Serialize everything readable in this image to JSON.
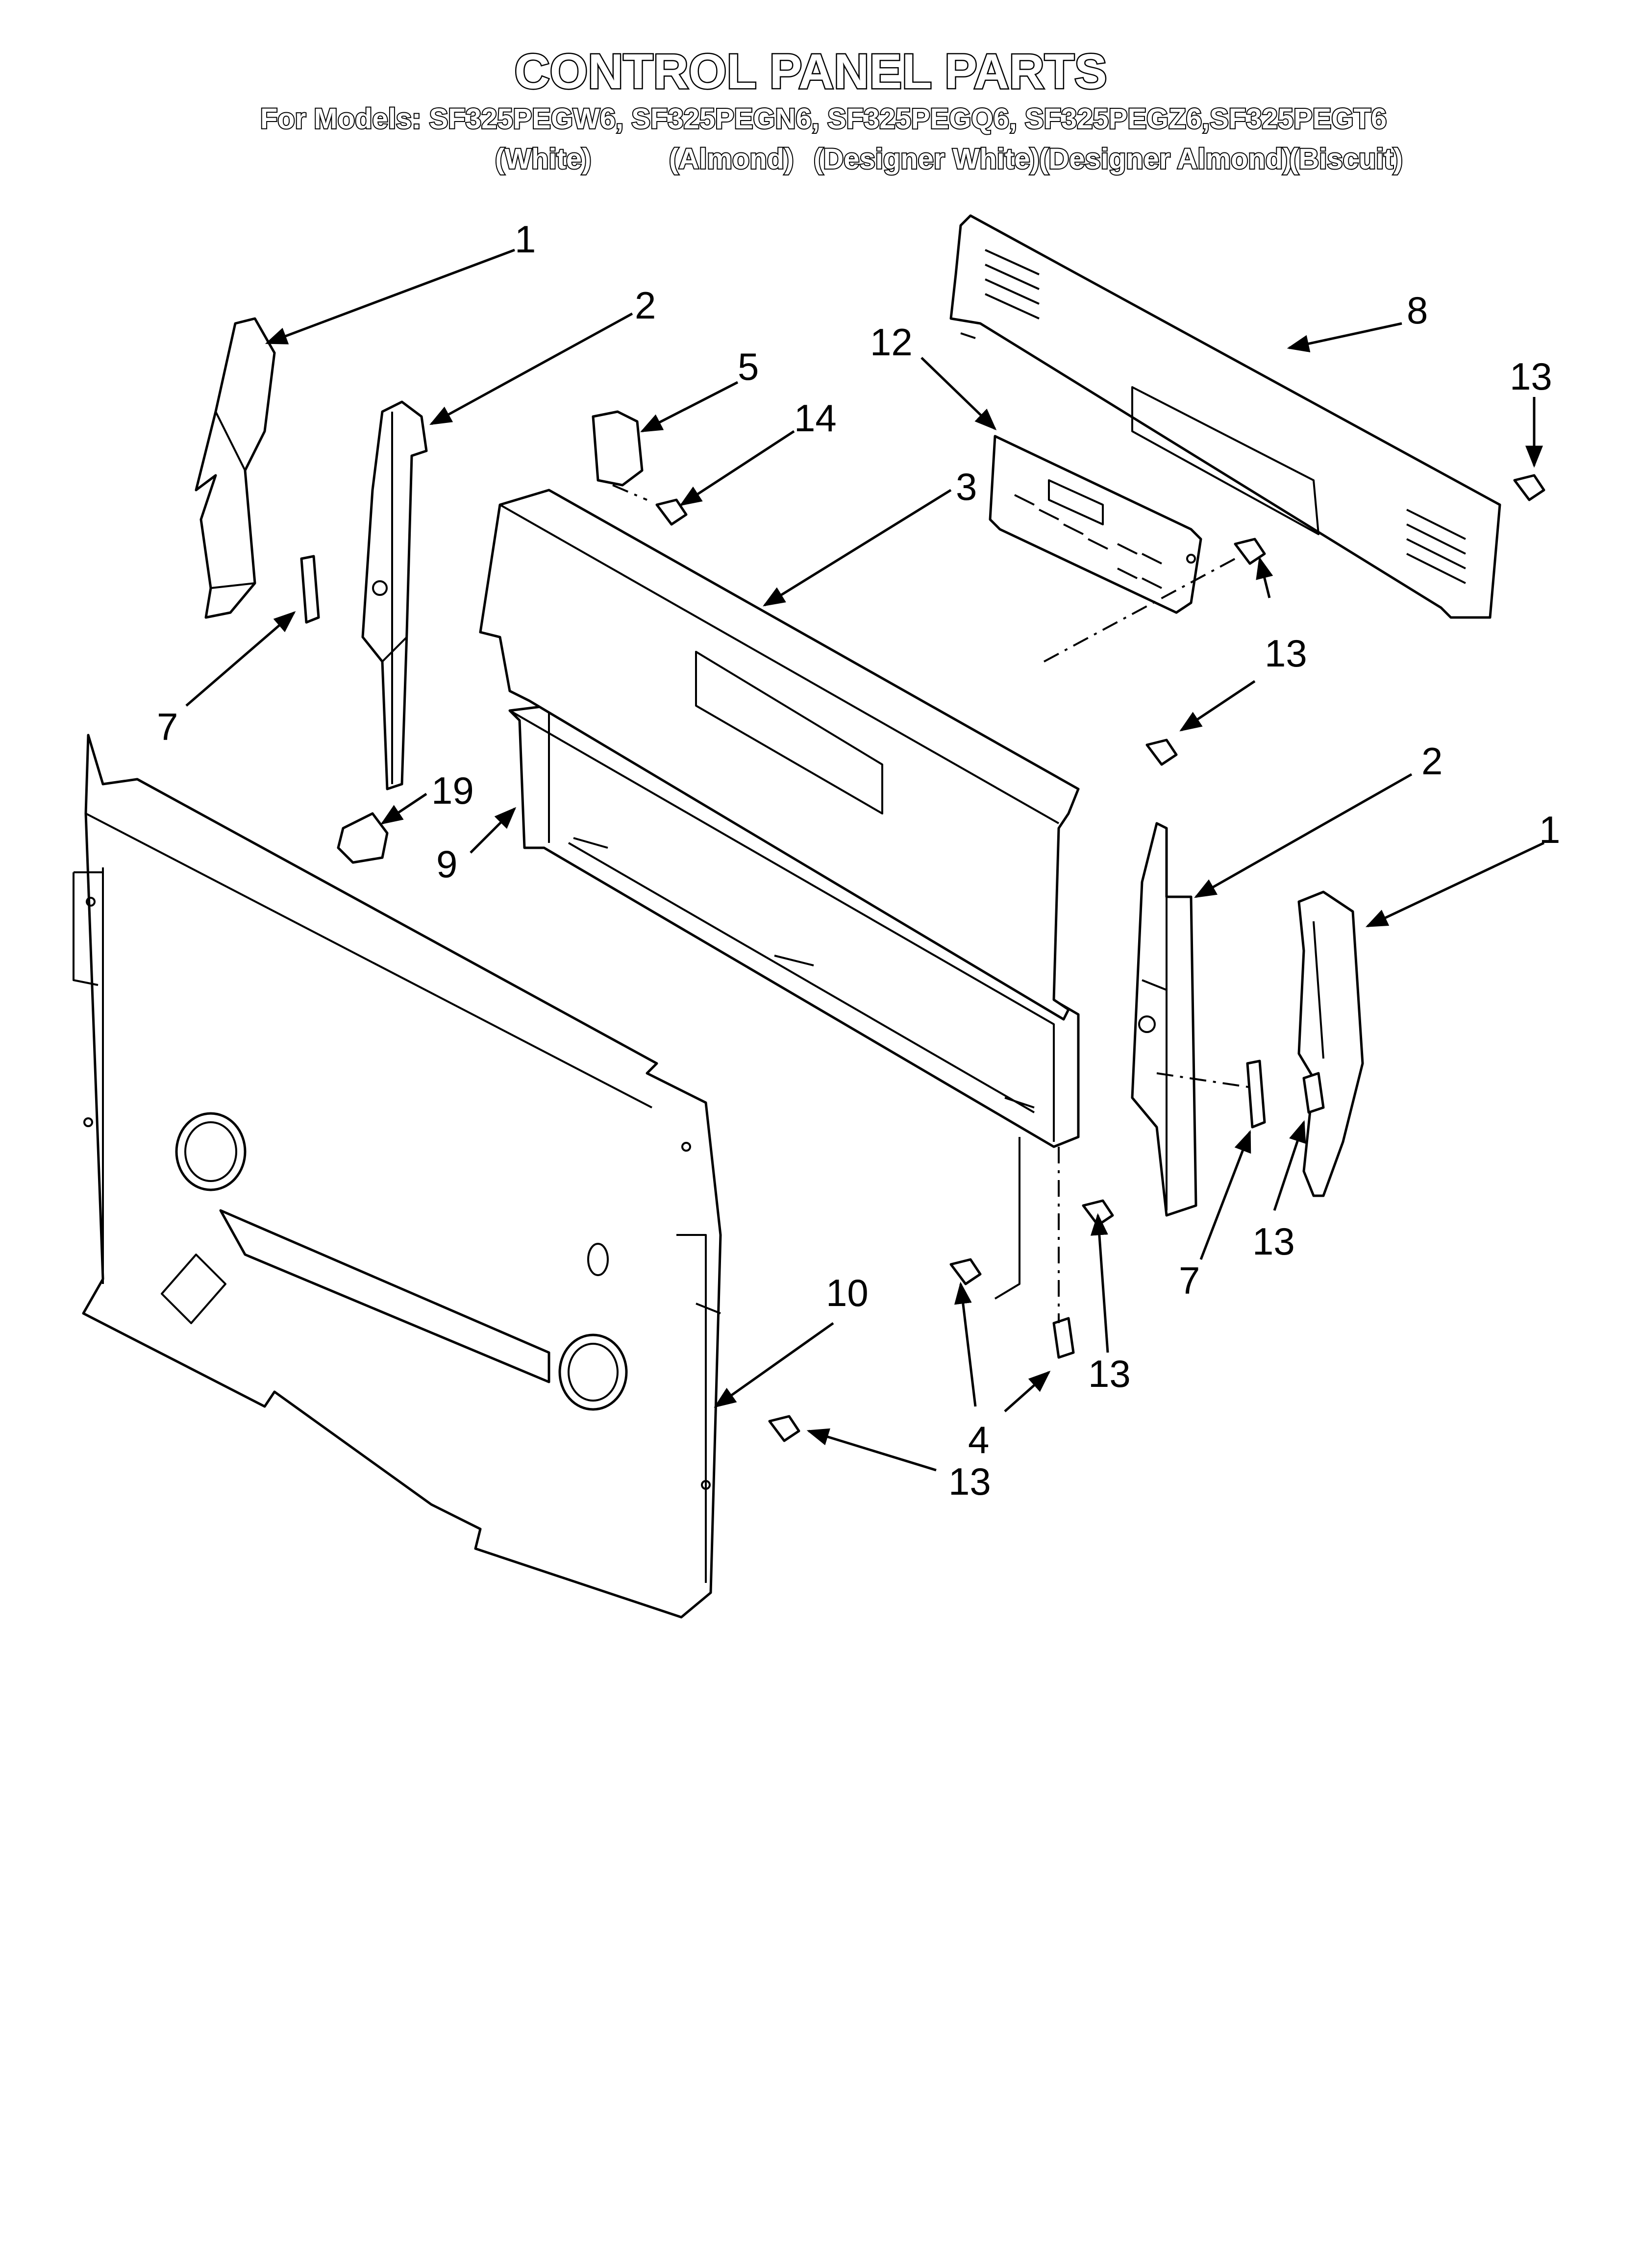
{
  "header": {
    "title": "CONTROL PANEL PARTS",
    "models_line": "For Models: SF325PEGW6, SF325PEGN6, SF325PEGQ6, SF325PEGZ6,SF325PEGT6",
    "colors": [
      "(White)",
      "(Almond)",
      "(Designer White)",
      "(Designer Almond)",
      "(Biscuit)"
    ]
  },
  "callouts": {
    "c1a": "1",
    "c1b": "1",
    "c2a": "2",
    "c2b": "2",
    "c3": "3",
    "c4": "4",
    "c5": "5",
    "c7a": "7",
    "c7b": "7",
    "c8": "8",
    "c9": "9",
    "c10": "10",
    "c12": "12",
    "c13a": "13",
    "c13b": "13",
    "c13c": "13",
    "c13d": "13",
    "c13e": "13",
    "c14": "14",
    "c19": "19"
  }
}
